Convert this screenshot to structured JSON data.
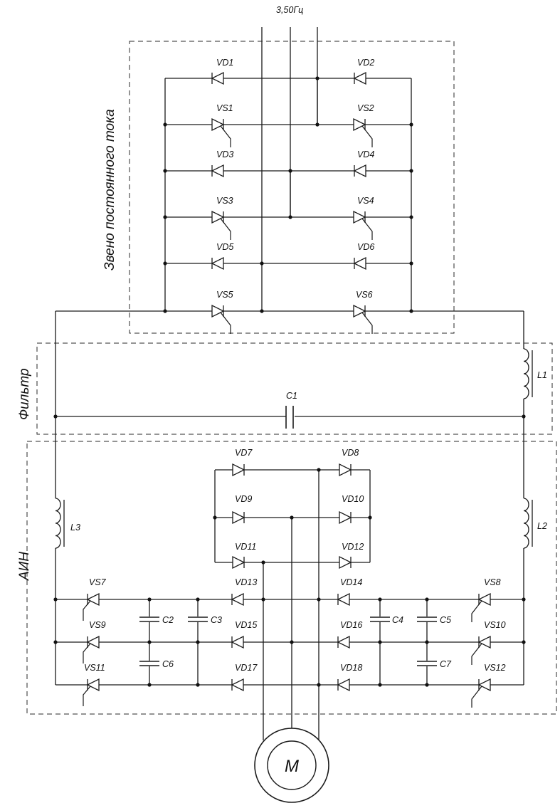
{
  "supply_label": "3,50Гц",
  "blocks": {
    "dc_link": "Звено постоянного тока",
    "filter": "Фильтр",
    "inverter": "АИН"
  },
  "motor_label": "М",
  "rectifier": {
    "diodes": [
      "VD1",
      "VD2",
      "VD3",
      "VD4",
      "VD5",
      "VD6"
    ],
    "thyristors": [
      "VS1",
      "VS2",
      "VS3",
      "VS4",
      "VS5",
      "VS6"
    ]
  },
  "filter": {
    "capacitor": "C1",
    "inductor": "L1"
  },
  "inverter": {
    "inductors": [
      "L3",
      "L2"
    ],
    "bridge_diodes": [
      "VD7",
      "VD8",
      "VD9",
      "VD10",
      "VD11",
      "VD12"
    ],
    "diodes": [
      "VD13",
      "VD14",
      "VD15",
      "VD16",
      "VD17",
      "VD18"
    ],
    "thyristors": [
      "VS7",
      "VS8",
      "VS9",
      "VS10",
      "VS11",
      "VS12"
    ],
    "capacitors": [
      "C2",
      "C3",
      "C4",
      "C5",
      "C6",
      "C7"
    ]
  }
}
